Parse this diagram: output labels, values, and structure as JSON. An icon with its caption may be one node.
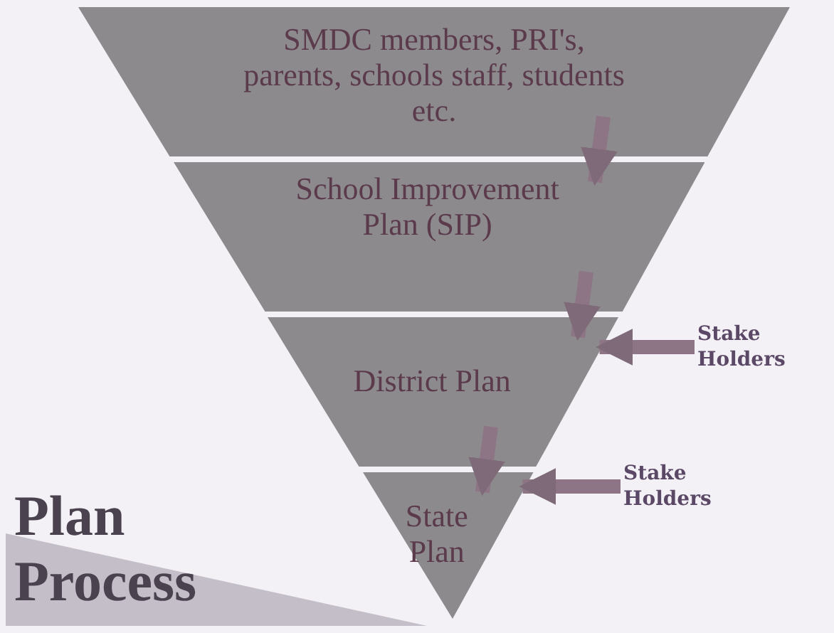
{
  "diagram": {
    "title": "Plan Process",
    "nodes": [
      {
        "text": [
          "SMDC members, PRI's, parents, schools staff, students etc."
        ]
      },
      {
        "text": [
          "School Improvement Plan (SIP)"
        ]
      },
      {
        "text": [
          "District Plan"
        ]
      },
      {
        "text": [
          "State Plan"
        ]
      },
      {
        "text": [
          "Stake Holders"
        ]
      },
      {
        "text": [
          "Stake Holders"
        ]
      }
    ],
    "edges": [
      {
        "from": 0,
        "to": 1,
        "arrow": "to"
      },
      {
        "from": 1,
        "to": 2,
        "arrow": "to"
      },
      {
        "from": 2,
        "to": 3,
        "arrow": "to"
      },
      {
        "from": 4,
        "to": 2,
        "arrow": "to"
      },
      {
        "from": 5,
        "to": 3,
        "arrow": "to"
      }
    ]
  }
}
